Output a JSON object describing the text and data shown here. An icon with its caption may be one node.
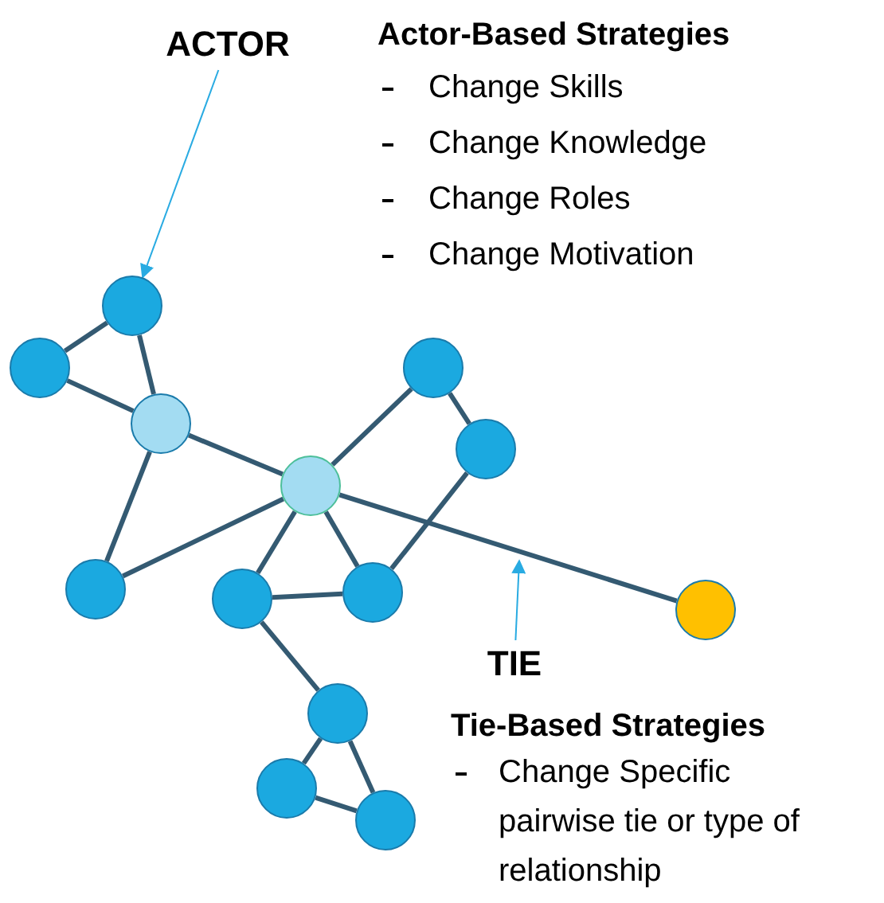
{
  "diagram": {
    "nodes": [
      {
        "text": [
          "ACTOR"
        ]
      },
      {
        "text": [],
        "shape": "circle"
      },
      {
        "text": [],
        "shape": "circle"
      },
      {
        "text": [],
        "shape": "circle"
      },
      {
        "text": [],
        "shape": "circle"
      },
      {
        "text": [],
        "shape": "circle"
      },
      {
        "text": [],
        "shape": "circle"
      },
      {
        "text": [],
        "shape": "circle"
      },
      {
        "text": [],
        "shape": "circle"
      },
      {
        "text": [],
        "shape": "circle"
      },
      {
        "text": [],
        "shape": "circle"
      },
      {
        "text": [],
        "shape": "circle"
      },
      {
        "text": [],
        "shape": "circle"
      },
      {
        "text": [],
        "shape": "circle"
      },
      {
        "text": [
          "TIE"
        ]
      }
    ],
    "edges": [
      {
        "from": 0,
        "to": 1,
        "arrow": "to",
        "color": "#29abe2"
      },
      {
        "from": 1,
        "to": 2,
        "arrow": "none"
      },
      {
        "from": 1,
        "to": 4,
        "arrow": "none"
      },
      {
        "from": 2,
        "to": 4,
        "arrow": "none"
      },
      {
        "from": 4,
        "to": 6,
        "arrow": "none"
      },
      {
        "from": 4,
        "to": 7,
        "arrow": "none"
      },
      {
        "from": 7,
        "to": 6,
        "arrow": "none"
      },
      {
        "from": 6,
        "to": 3,
        "arrow": "none"
      },
      {
        "from": 3,
        "to": 5,
        "arrow": "none"
      },
      {
        "from": 5,
        "to": 8,
        "arrow": "none"
      },
      {
        "from": 6,
        "to": 8,
        "arrow": "none"
      },
      {
        "from": 6,
        "to": 9,
        "arrow": "none"
      },
      {
        "from": 9,
        "to": 8,
        "arrow": "none"
      },
      {
        "from": 6,
        "to": 10,
        "arrow": "none"
      },
      {
        "from": 9,
        "to": 11,
        "arrow": "none"
      },
      {
        "from": 11,
        "to": 12,
        "arrow": "none"
      },
      {
        "from": 11,
        "to": 13,
        "arrow": "none"
      },
      {
        "from": 12,
        "to": 13,
        "arrow": "none"
      },
      {
        "from": 14,
        "to": null,
        "arrow": "to",
        "color": "#29abe2"
      }
    ],
    "labels": [
      "Actor-Based Strategies",
      "Change Skills",
      "Change Knowledge",
      "Change Roles",
      "Change Motivation",
      "Tie-Based Strategies",
      "Change Specific pairwise tie or type of relationship"
    ]
  }
}
